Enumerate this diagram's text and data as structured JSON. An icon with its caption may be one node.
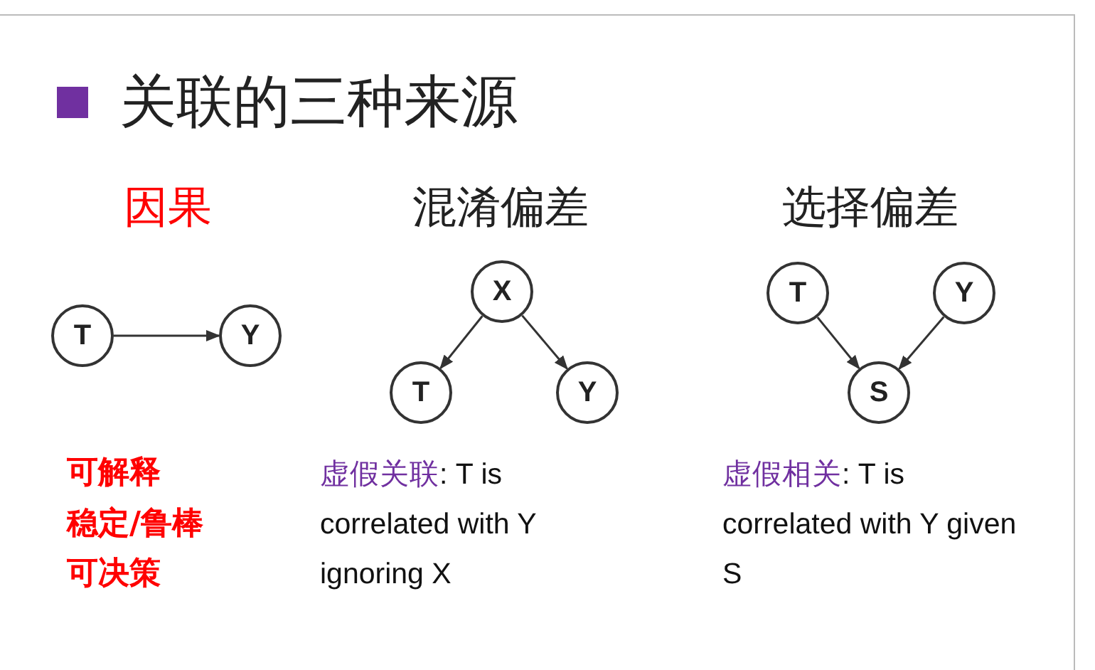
{
  "diagram": {
    "title": "关联的三种来源",
    "nodes": [
      {
        "text": [
          "T"
        ]
      },
      {
        "text": [
          "Y"
        ]
      },
      {
        "text": [
          "X"
        ]
      },
      {
        "text": [
          "T"
        ]
      },
      {
        "text": [
          "Y"
        ]
      },
      {
        "text": [
          "T"
        ]
      },
      {
        "text": [
          "Y"
        ]
      },
      {
        "text": [
          "S"
        ]
      }
    ],
    "edges": [
      {
        "from": 0,
        "to": 1,
        "arrow": "to"
      },
      {
        "from": 2,
        "to": 3,
        "arrow": "to"
      },
      {
        "from": 2,
        "to": 4,
        "arrow": "to"
      },
      {
        "from": 5,
        "to": 7,
        "arrow": "to"
      },
      {
        "from": 6,
        "to": 7,
        "arrow": "to"
      }
    ],
    "labels": [
      "因果",
      "混淆偏差",
      "选择偏差",
      "可解释",
      "稳定/鲁棒",
      "可决策",
      "虚假关联: T is correlated with Y ignoring X",
      "虚假相关: T is correlated with Y given S"
    ]
  }
}
